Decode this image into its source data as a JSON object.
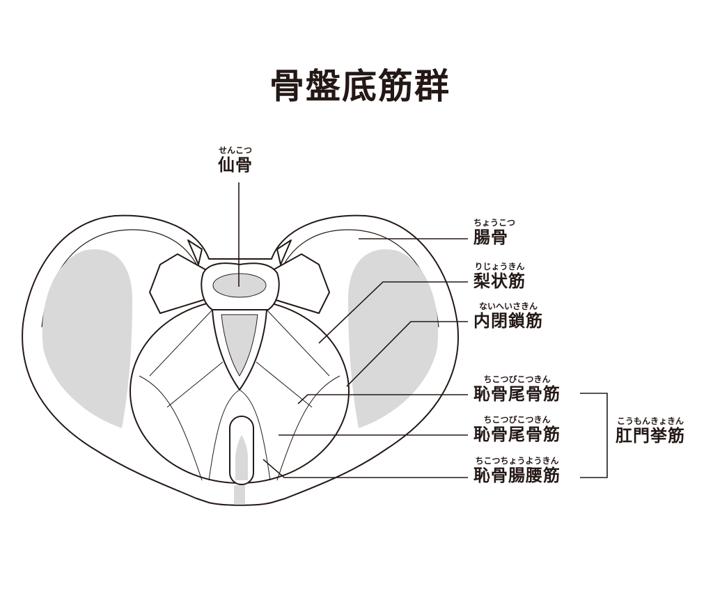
{
  "title": "骨盤底筋群",
  "labels": {
    "sacrum": {
      "ruby": "せんこつ",
      "kanji": "仙骨"
    },
    "ilium": {
      "ruby": "ちょうこつ",
      "kanji": "腸骨"
    },
    "piriformis": {
      "ruby": "りじょうきん",
      "kanji": "梨状筋"
    },
    "obturator_internus": {
      "ruby": "ないへいさきん",
      "kanji": "内閉鎖筋"
    },
    "pubococcygeus_1": {
      "ruby": "ちこつびこつきん",
      "kanji": "恥骨尾骨筋"
    },
    "pubococcygeus_2": {
      "ruby": "ちこつびこつきん",
      "kanji": "恥骨尾骨筋"
    },
    "puboiliopsoas": {
      "ruby": "ちこつちょうようきん",
      "kanji": "恥骨腸腰筋"
    },
    "levator_ani": {
      "ruby": "こうもんきょきん",
      "kanji": "肛門挙筋"
    }
  },
  "colors": {
    "text": "#231815",
    "bone_shade": "#d9d9d9"
  }
}
